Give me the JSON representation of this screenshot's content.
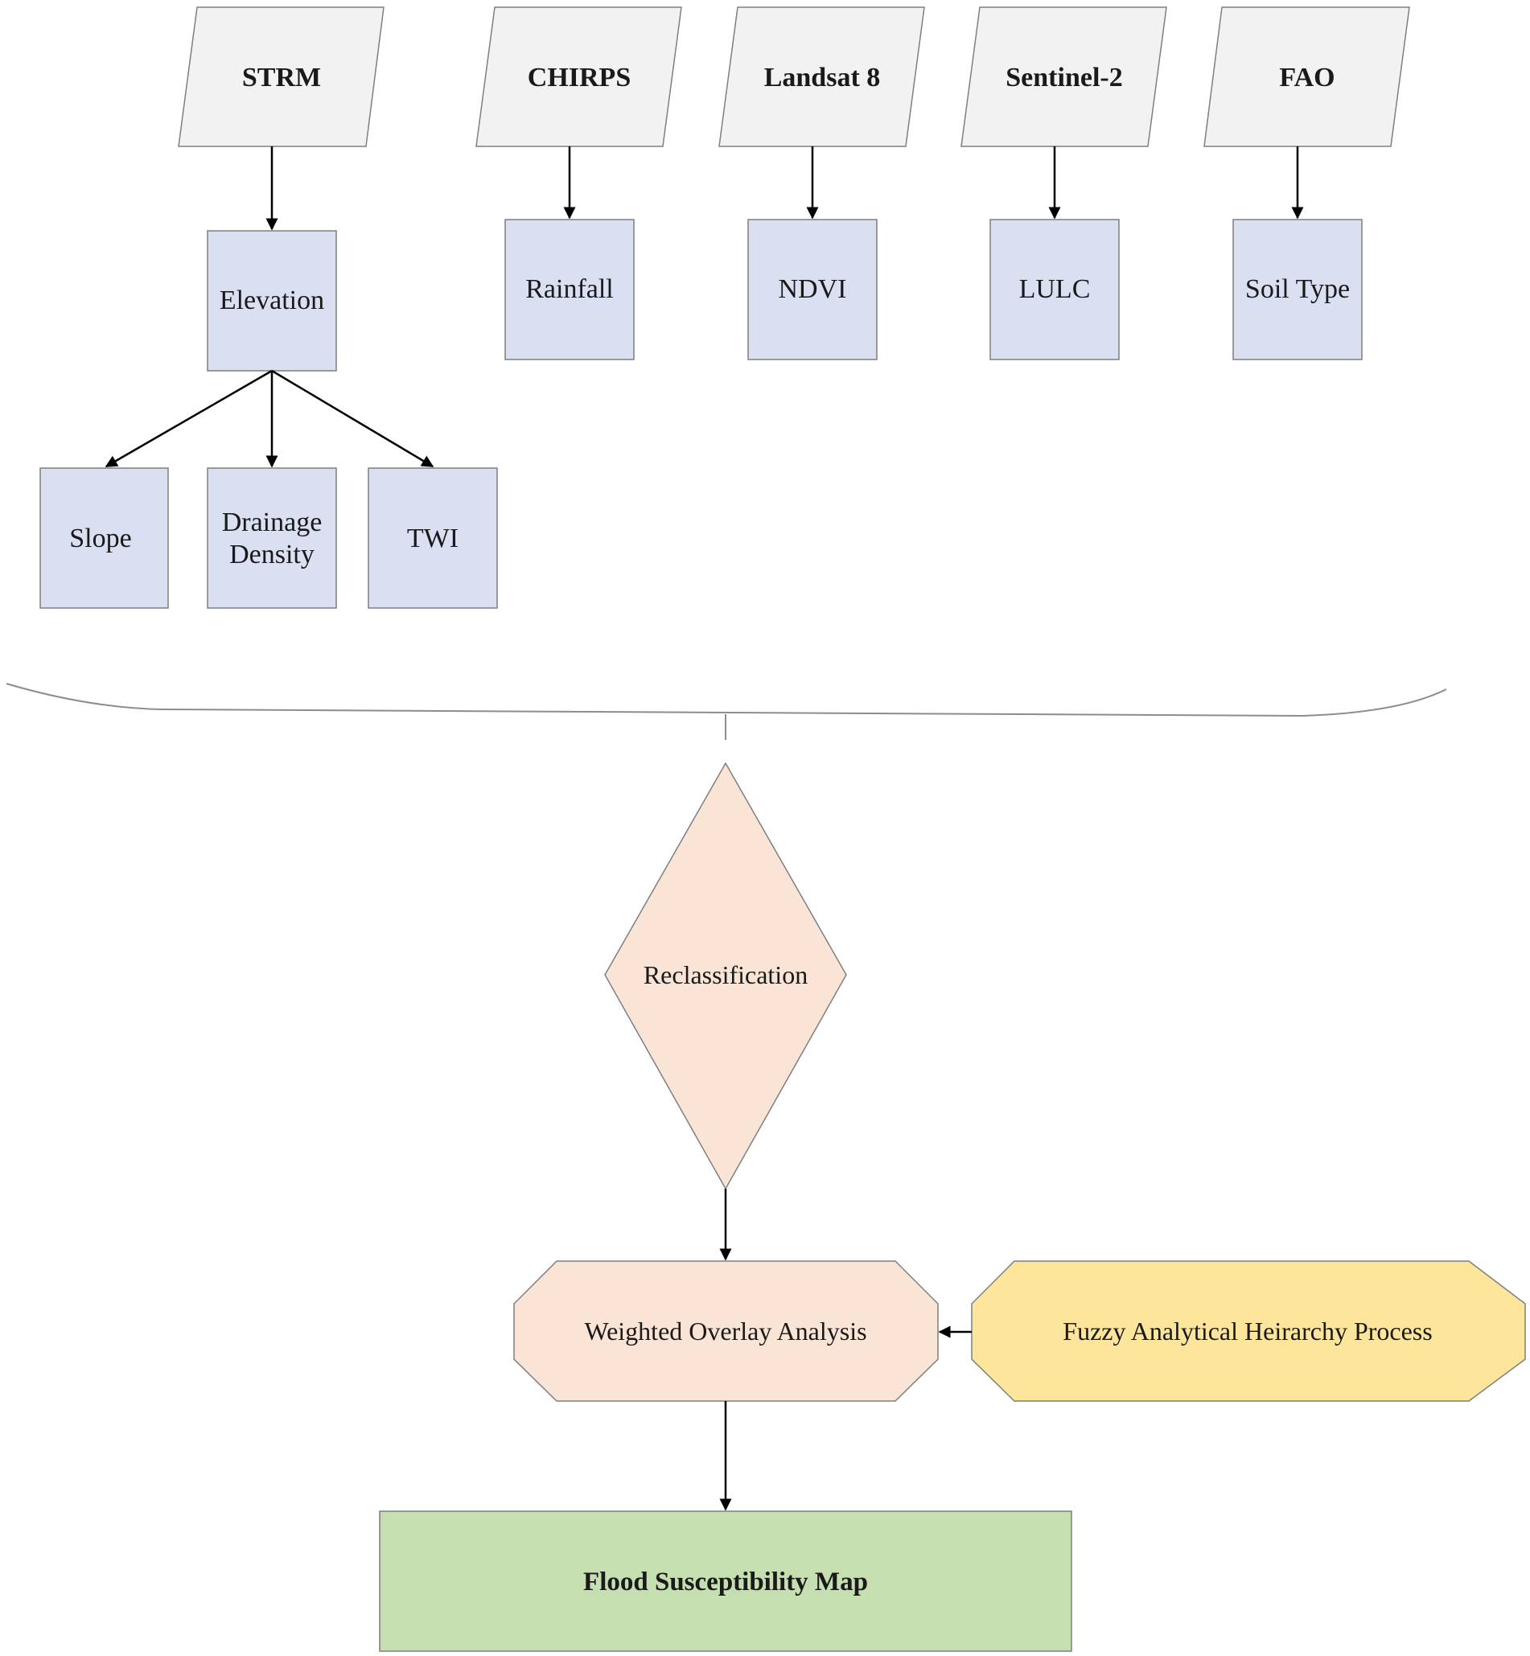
{
  "sources": {
    "strm": "STRM",
    "chirps": "CHIRPS",
    "landsat": "Landsat 8",
    "sentinel": "Sentinel-2",
    "fao": "FAO"
  },
  "layers": {
    "elevation": "Elevation",
    "rainfall": "Rainfall",
    "ndvi": "NDVI",
    "lulc": "LULC",
    "soil": "Soil Type",
    "slope": "Slope",
    "drainage_line1": "Drainage",
    "drainage_line2": "Density",
    "twi": "TWI"
  },
  "process": {
    "reclass": "Reclassification",
    "overlay": "Weighted Overlay Analysis",
    "fahp": "Fuzzy Analytical Heirarchy Process"
  },
  "output": {
    "map": "Flood Susceptibility Map"
  },
  "colors": {
    "source_fill": "#f2f2f2",
    "layer_fill": "#dae0f2",
    "process_fill": "#f9e4d6",
    "fahp_fill": "#fde59c",
    "output_fill": "#c6dfb1"
  }
}
